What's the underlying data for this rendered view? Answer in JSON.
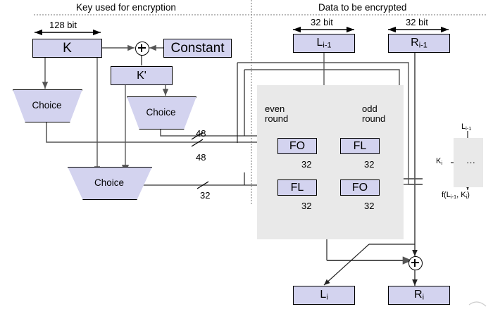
{
  "diagram": {
    "title_left": "Key used for encryption",
    "title_right": "Data to be encrypted",
    "dims": {
      "key_width": "128 bit",
      "left_half": "32 bit",
      "right_half": "32 bit"
    },
    "key_side": {
      "k_label": "K",
      "constant_label": "Constant",
      "kprime_label": "K'",
      "choice_label": "Choice",
      "choice_boxes": [
        {
          "label": "Choice",
          "name": "choice-k"
        },
        {
          "label": "Choice",
          "name": "choice-kprime"
        },
        {
          "label": "Choice",
          "name": "choice-combined"
        }
      ],
      "bus_labels": [
        "48",
        "48",
        "32"
      ]
    },
    "data_side": {
      "l_in": "L",
      "l_in_sub": "i-1",
      "r_in": "R",
      "r_in_sub": "i-1",
      "l_out": "L",
      "l_out_sub": "i",
      "r_out": "R",
      "r_out_sub": "i",
      "even_round": "even\nround",
      "even_round_line1": "even",
      "even_round_line2": "round",
      "odd_round_line1": "odd",
      "odd_round_line2": "round",
      "fo_label": "FO",
      "fl_label": "FL",
      "func_boxes": [
        {
          "label": "FO",
          "name": "fo-even-top"
        },
        {
          "label": "FL",
          "name": "fl-odd-top"
        },
        {
          "label": "FL",
          "name": "fl-even-bottom"
        },
        {
          "label": "FO",
          "name": "fo-odd-bottom"
        }
      ],
      "width_labels": [
        "32",
        "32",
        "32",
        "32"
      ]
    },
    "legend": {
      "input": "L",
      "input_sub": "i-1",
      "key": "K",
      "key_sub": "i",
      "body": "···",
      "output_prefix": "f(L",
      "output_sub1": "i-1",
      "output_mid": ", K",
      "output_sub2": "i",
      "output_suffix": ")"
    },
    "colors": {
      "box_fill": "#d3d3ef",
      "box_border": "#000000",
      "gray_panel": "#e9e9e9",
      "wire": "#555555",
      "wire_dark": "#222222"
    }
  }
}
